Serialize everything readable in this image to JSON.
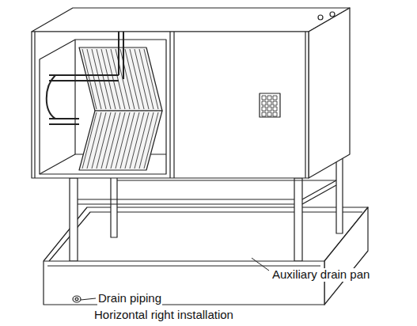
{
  "diagram": {
    "caption": "Horizontal right installation",
    "labels": [
      "Drain piping",
      "Auxiliary drain pan"
    ]
  }
}
